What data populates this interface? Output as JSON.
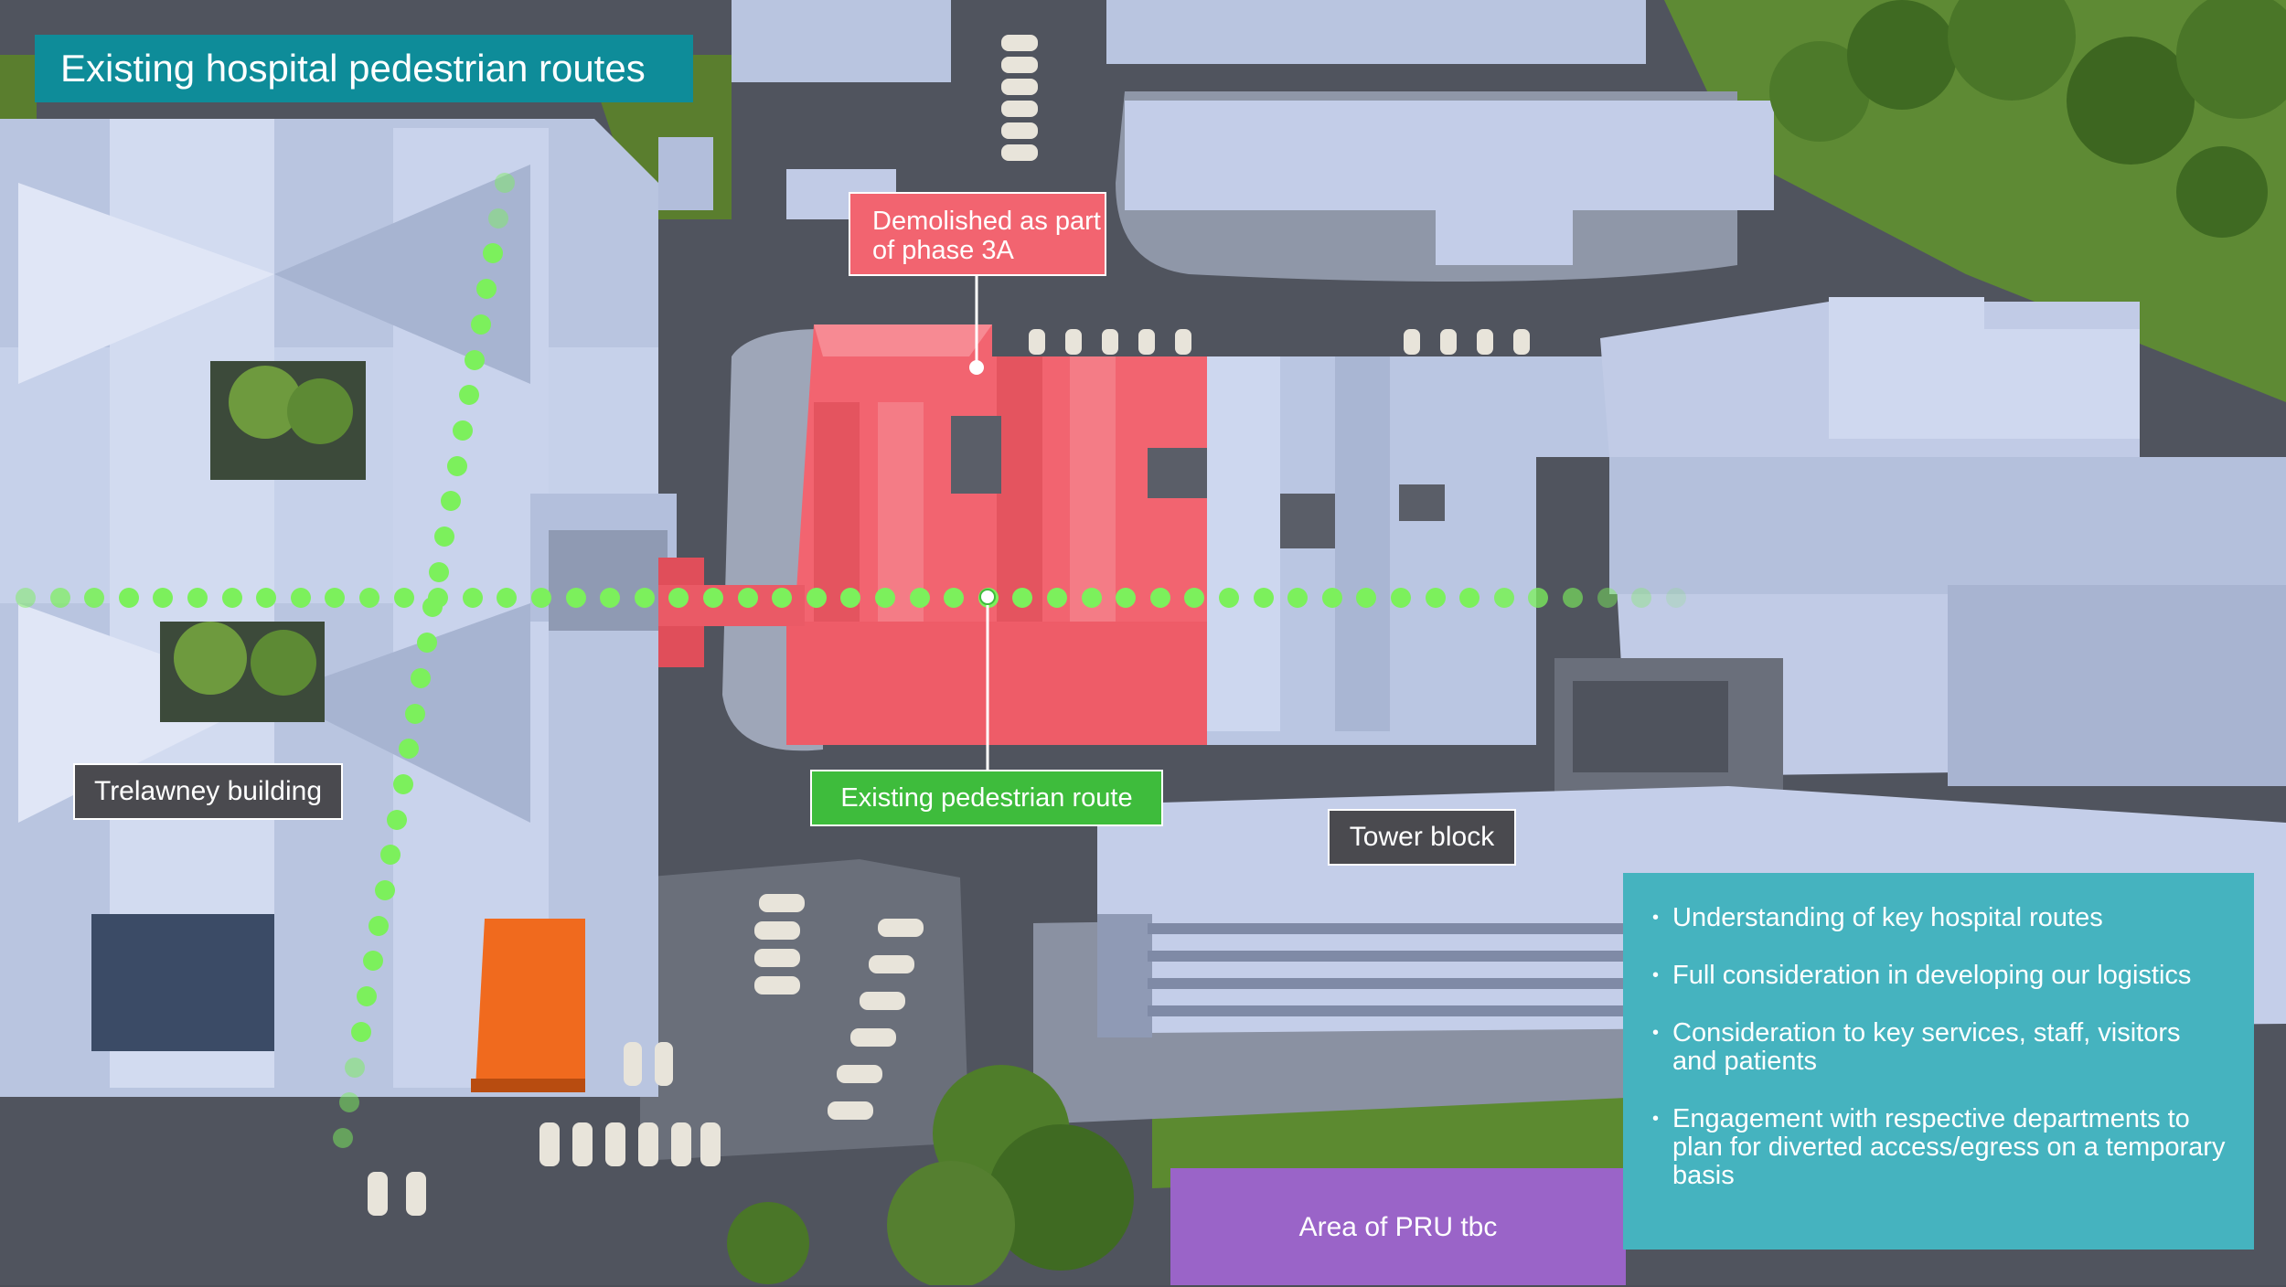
{
  "title": "Existing hospital pedestrian routes",
  "labels": {
    "demolished": "Demolished as part of phase 3A",
    "route": "Existing pedestrian route",
    "trelawney": "Trelawney building",
    "tower": "Tower block",
    "pru": "Area of PRU tbc"
  },
  "info_points": [
    "Understanding of key hospital routes",
    "Full consideration in developing our logistics",
    "Consideration to key services, staff, visitors and patients",
    "Engagement with respective departments to plan for diverted access/egress on a temporary  basis"
  ],
  "colors": {
    "title_bg": "#0e8c99",
    "demolished": "#f26470",
    "route_dots": "#7cf05c",
    "route_label": "#3ebc3c",
    "pru": "#9a64c8",
    "info_panel": "#45b3bf",
    "orange_block": "#f06a1e"
  }
}
